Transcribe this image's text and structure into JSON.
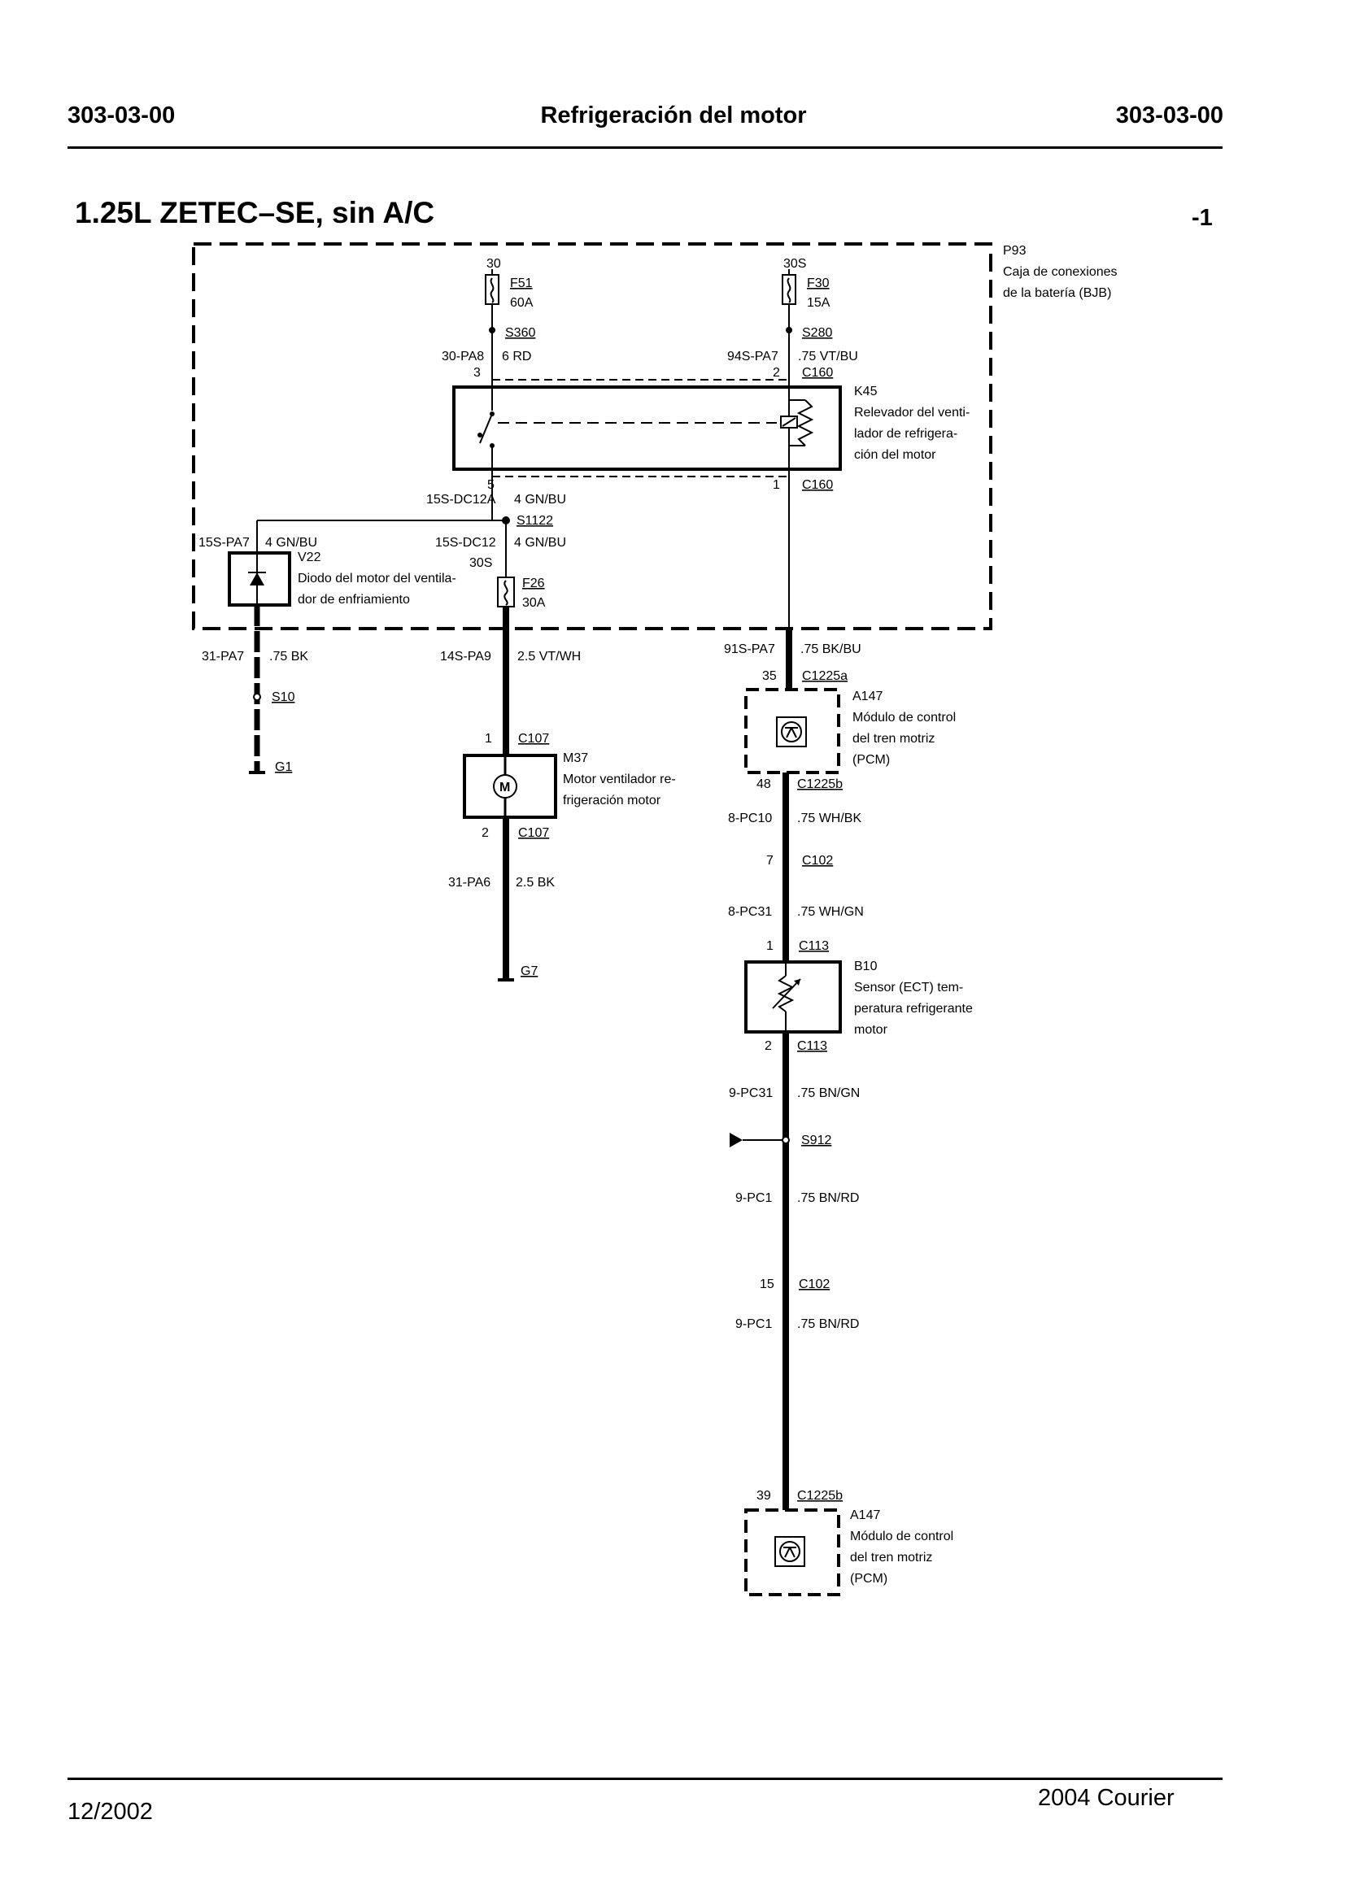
{
  "header": {
    "code_left": "303-03-00",
    "title": "Refrigeración del motor",
    "code_right": "303-03-00"
  },
  "diagram_title": "1.25L ZETEC–SE, sin A/C",
  "page_number": "-1",
  "footer": {
    "date": "12/2002",
    "model": "2004 Courier"
  },
  "battery_box": {
    "id": "P93",
    "desc": [
      "Caja de conexiones",
      "de la batería (BJB)"
    ]
  },
  "fuse_f51": {
    "pin": "30",
    "id": "F51",
    "rating": "60A"
  },
  "fuse_f30": {
    "pin": "30S",
    "id": "F30",
    "rating": "15A"
  },
  "fuse_f26": {
    "pin": "30S",
    "id": "F26",
    "rating": "30A"
  },
  "splices": {
    "s360": "S360",
    "s280": "S280",
    "s1122": "S1122",
    "s10": "S10",
    "s912": "S912"
  },
  "relay": {
    "id": "K45",
    "desc": [
      "Relevador del venti-",
      "lador de refrigera-",
      "ción del motor"
    ]
  },
  "diode": {
    "id": "V22",
    "desc": [
      "Diodo del motor del ventila-",
      "dor de enfriamiento"
    ]
  },
  "motor": {
    "id": "M37",
    "desc": [
      "Motor ventilador re-",
      "frigeración motor"
    ]
  },
  "pcm": {
    "id": "A147",
    "desc": [
      "Módulo de control",
      "del tren motriz",
      "(PCM)"
    ]
  },
  "sensor": {
    "id": "B10",
    "desc": [
      "Sensor (ECT) tem-",
      "peratura refrigerante",
      "motor"
    ]
  },
  "grounds": {
    "g1": "G1",
    "g7": "G7"
  },
  "wires": {
    "w30pa8": {
      "circuit": "30-PA8",
      "spec": "6 RD"
    },
    "w94spa7": {
      "circuit": "94S-PA7",
      "spec": ".75 VT/BU"
    },
    "w15sdc12a": {
      "circuit": "15S-DC12A",
      "spec": "4 GN/BU"
    },
    "w15spa7": {
      "circuit": "15S-PA7",
      "spec": "4 GN/BU"
    },
    "w15sdc12": {
      "circuit": "15S-DC12",
      "spec": "4 GN/BU"
    },
    "w31pa7": {
      "circuit": "31-PA7",
      "spec": ".75 BK"
    },
    "w14spa9": {
      "circuit": "14S-PA9",
      "spec": "2.5 VT/WH"
    },
    "w91spa7": {
      "circuit": "91S-PA7",
      "spec": ".75 BK/BU"
    },
    "w31pa6": {
      "circuit": "31-PA6",
      "spec": "2.5 BK"
    },
    "w8pc10": {
      "circuit": "8-PC10",
      "spec": ".75 WH/BK"
    },
    "w8pc31": {
      "circuit": "8-PC31",
      "spec": ".75 WH/GN"
    },
    "w9pc31": {
      "circuit": "9-PC31",
      "spec": ".75 BN/GN"
    },
    "w9pc1a": {
      "circuit": "9-PC1",
      "spec": ".75 BN/RD"
    },
    "w9pc1b": {
      "circuit": "9-PC1",
      "spec": ".75 BN/RD"
    }
  },
  "connectors": {
    "relay_top_left_pin": "3",
    "relay_top_right": {
      "pin": "2",
      "id": "C160"
    },
    "relay_bottom_left_pin": "5",
    "relay_bottom_right": {
      "pin": "1",
      "id": "C160"
    },
    "pcm_top": {
      "pin": "35",
      "id": "C1225a"
    },
    "pcm_bottom": {
      "pin": "48",
      "id": "C1225b"
    },
    "motor_top": {
      "pin": "1",
      "id": "C107"
    },
    "motor_bottom": {
      "pin": "2",
      "id": "C107"
    },
    "inline_c102_top": {
      "pin": "7",
      "id": "C102"
    },
    "sensor_top": {
      "pin": "1",
      "id": "C113"
    },
    "sensor_bottom": {
      "pin": "2",
      "id": "C113"
    },
    "inline_c102_bottom": {
      "pin": "15",
      "id": "C102"
    },
    "pcm2_top": {
      "pin": "39",
      "id": "C1225b"
    }
  }
}
